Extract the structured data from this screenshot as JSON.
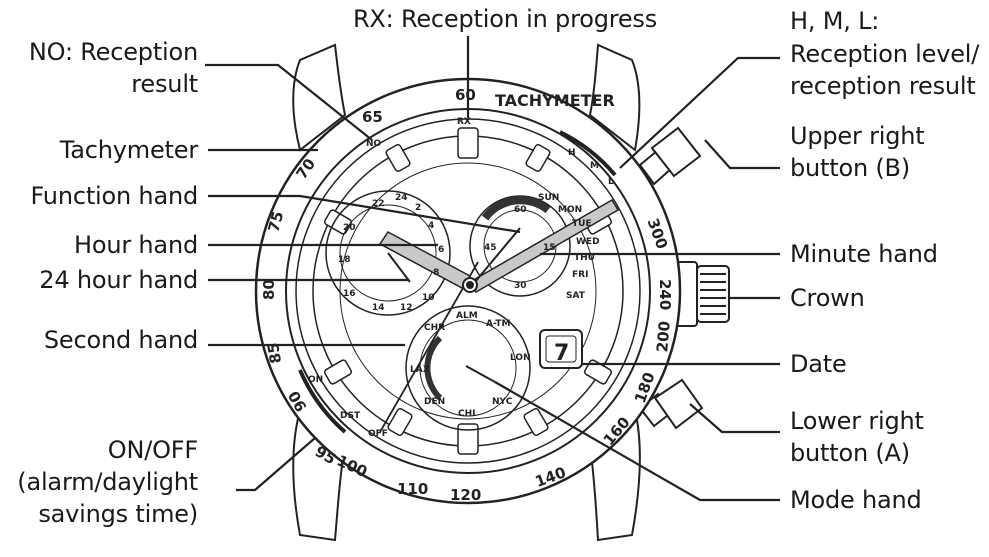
{
  "labels": {
    "rx": "RX: Reception in progress",
    "no_line1": "NO: Reception",
    "no_line2": "result",
    "hml_line1": "H, M, L:",
    "hml_line2": "Reception level/",
    "hml_line3": "reception result",
    "tachymeter": "Tachymeter",
    "upper_right_line1": "Upper right",
    "upper_right_line2": "button (B)",
    "function_hand": "Function hand",
    "hour_hand": "Hour hand",
    "minute_hand": "Minute hand",
    "hour24_hand": "24 hour hand",
    "crown": "Crown",
    "second_hand": "Second hand",
    "date": "Date",
    "onoff_line1": "ON/OFF",
    "onoff_line2": "(alarm/daylight",
    "onoff_line3": "savings time)",
    "lower_right_line1": "Lower right",
    "lower_right_line2": "button (A)",
    "mode_hand": "Mode hand"
  },
  "bezel": {
    "tachy_text": "TACHYMETER",
    "numbers": [
      "60",
      "65",
      "70",
      "75",
      "80",
      "85",
      "90",
      "95",
      "100",
      "110",
      "120",
      "140",
      "160",
      "180",
      "200",
      "240",
      "300"
    ]
  },
  "dial": {
    "rx": "RX",
    "no": "NO",
    "hml": [
      "H",
      "M",
      "L"
    ],
    "on": "ON",
    "off": "OFF",
    "dst": "DST",
    "days": [
      "SUN",
      "MON",
      "TUE",
      "WED",
      "THU",
      "FRI",
      "SAT"
    ],
    "subdial_left": [
      "24",
      "22",
      "20",
      "18",
      "16",
      "14",
      "12",
      "10",
      "8",
      "6",
      "4",
      "2"
    ],
    "subdial_right": [
      "60",
      "15",
      "30",
      "45"
    ],
    "cities": [
      "ALM",
      "A-TM",
      "LON",
      "NYC",
      "CHI",
      "DEN",
      "LAX",
      "CHR"
    ],
    "date_value": "7"
  }
}
